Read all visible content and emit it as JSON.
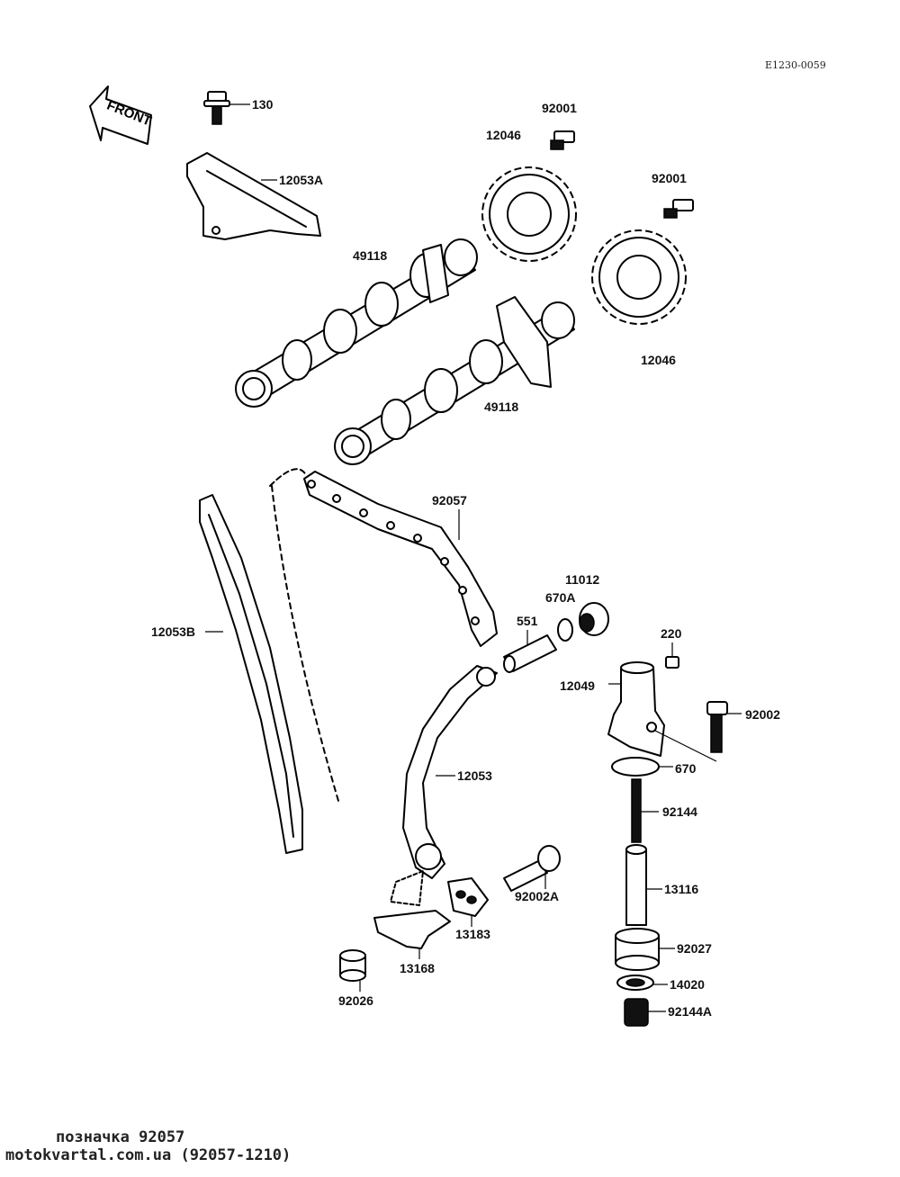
{
  "diagram_code": "E1230-0059",
  "front_arrow_label": "FRONT",
  "caption": {
    "line1": "позначка 92057",
    "line2": "motokvartal.com.ua (92057-1210)"
  },
  "parts": {
    "p130": "130",
    "p12053A": "12053A",
    "p49118_a": "49118",
    "p49118_b": "49118",
    "p12046_a": "12046",
    "p12046_b": "12046",
    "p92001_a": "92001",
    "p92001_b": "92001",
    "p92057": "92057",
    "p12053B": "12053B",
    "p11012": "11012",
    "p670A": "670A",
    "p551": "551",
    "p220": "220",
    "p12049": "12049",
    "p92002": "92002",
    "p670": "670",
    "p12053": "12053",
    "p92144": "92144",
    "p13116": "13116",
    "p92002A": "92002A",
    "p13183": "13183",
    "p92027": "92027",
    "p13168": "13168",
    "p14020": "14020",
    "p92026": "92026",
    "p92144A": "92144A"
  }
}
